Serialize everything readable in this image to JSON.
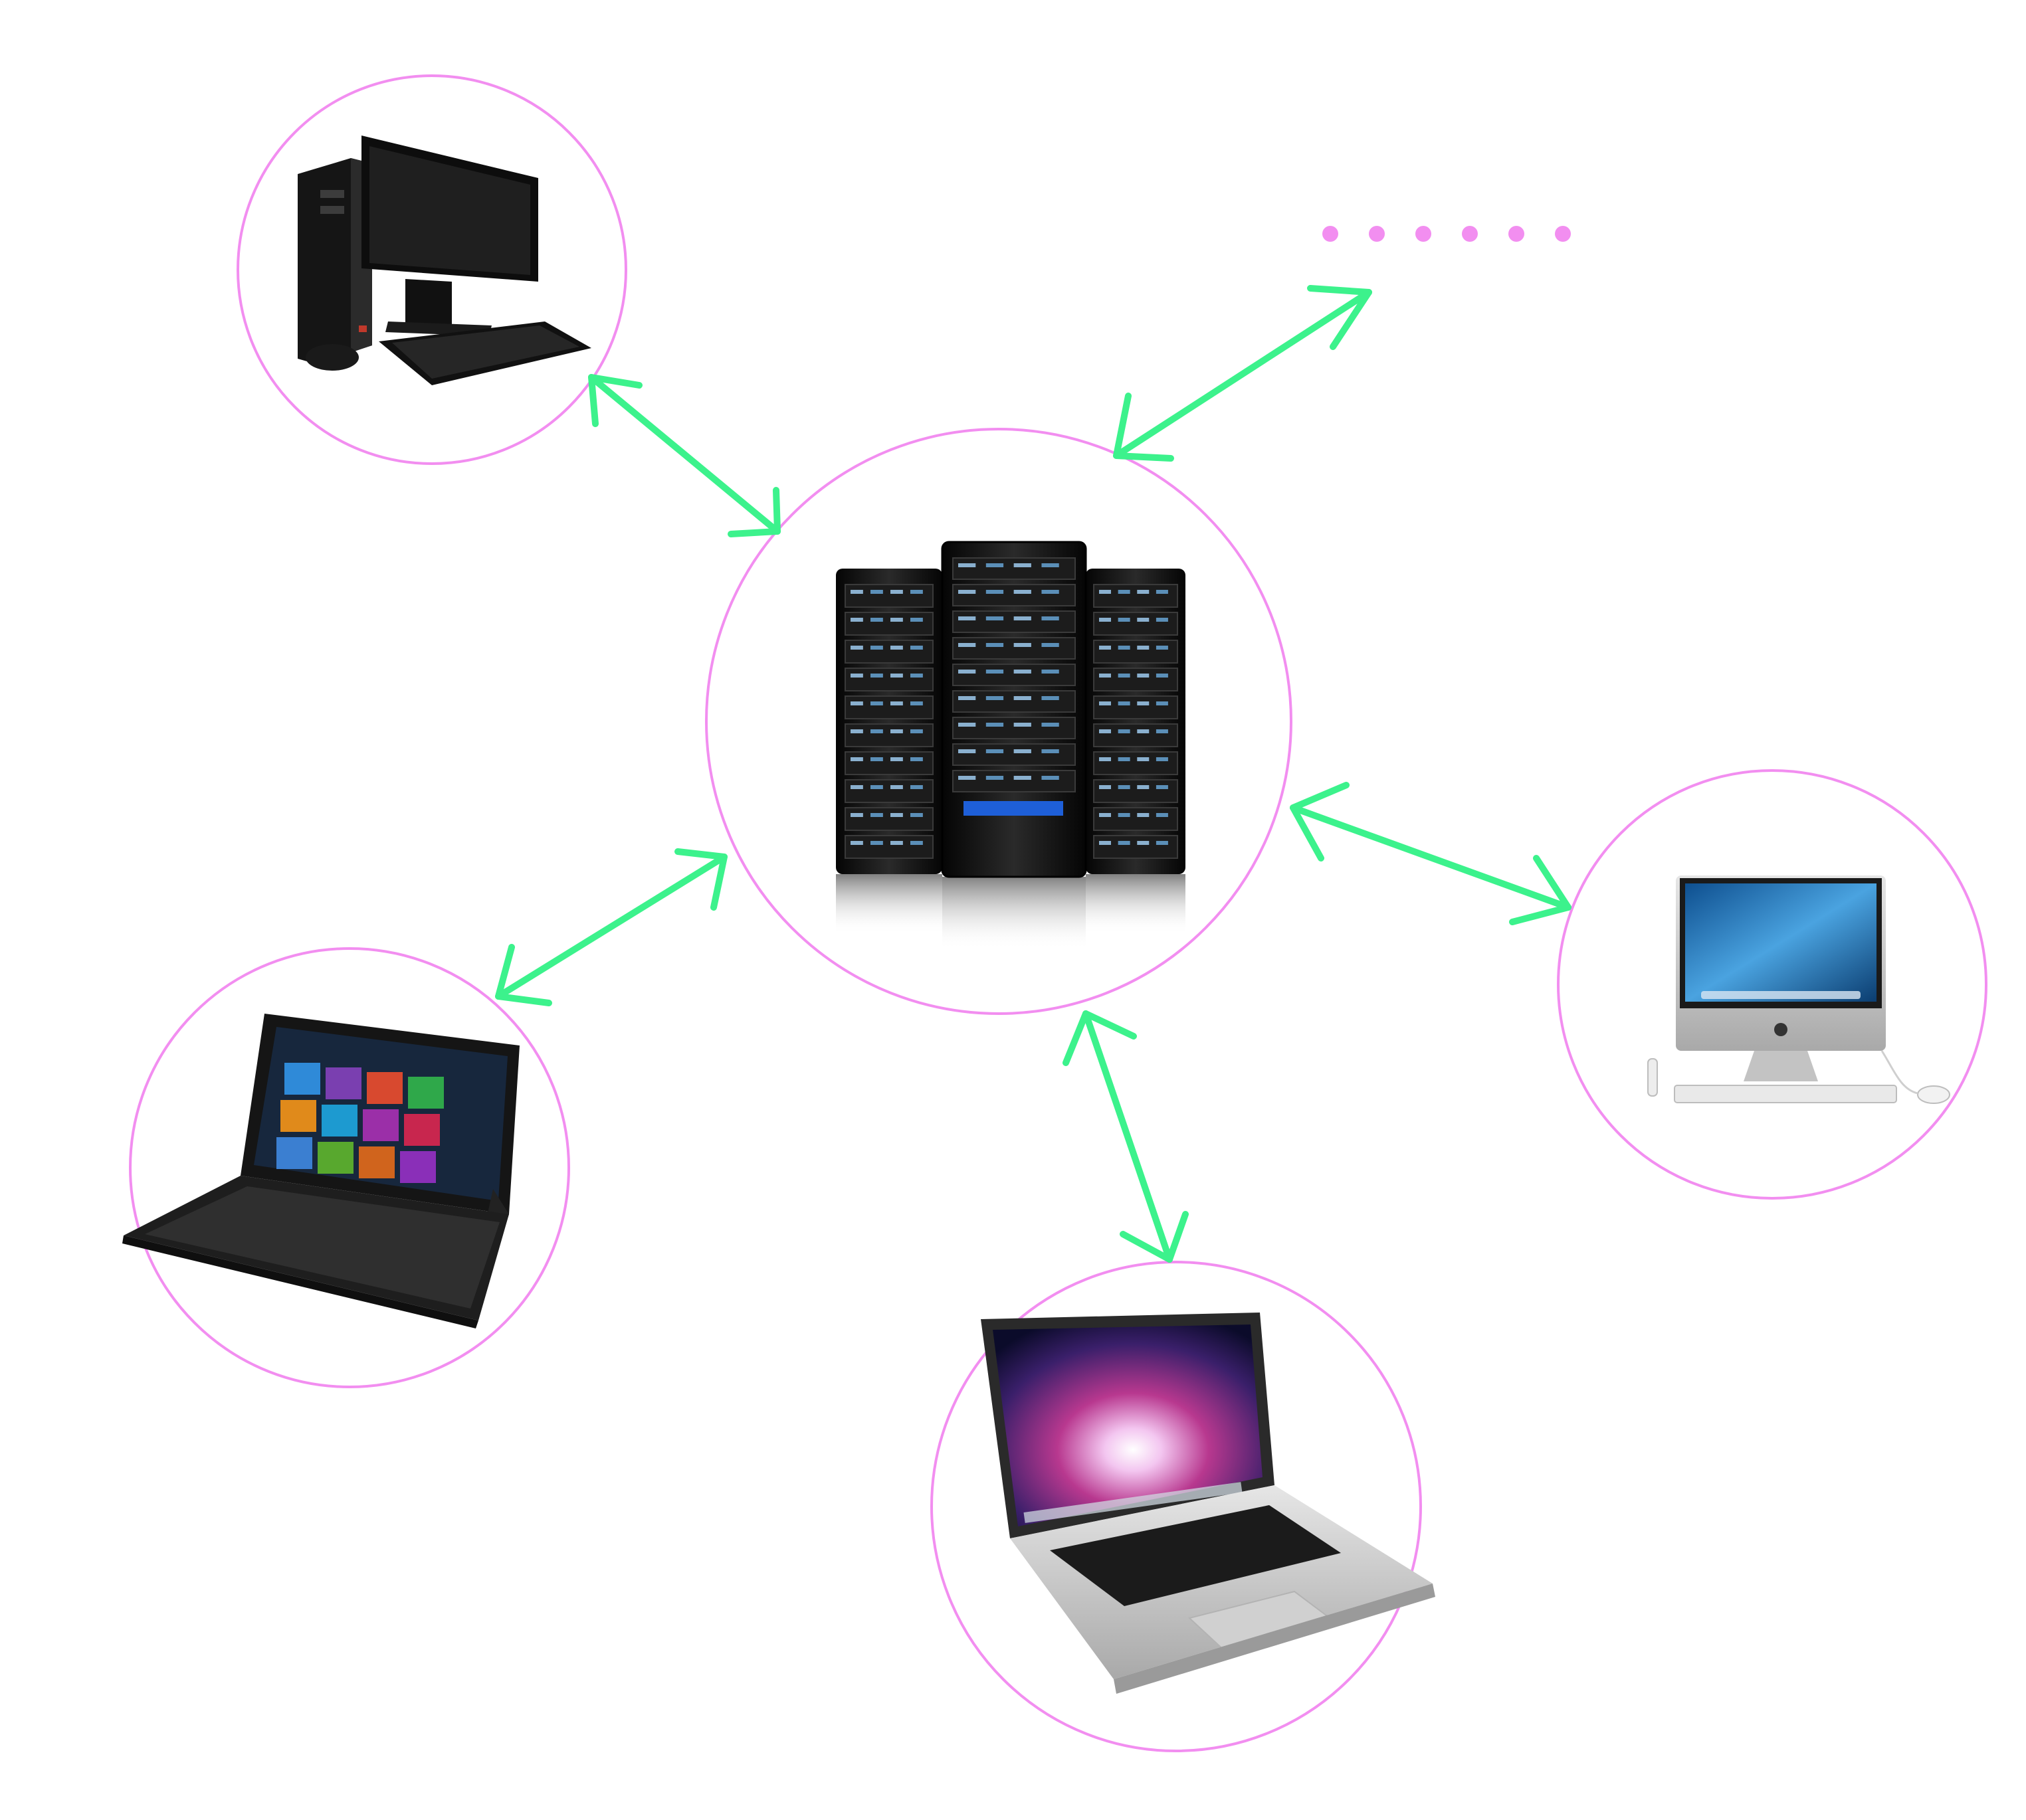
{
  "colors": {
    "ring": "#f28ef0",
    "link": "#3cf28c",
    "ellipsis": "#f28ef0",
    "device_dark": "#141414",
    "device_silver": "#c9c9c9"
  },
  "nodes": {
    "center": {
      "icon": "server-rack-icon"
    },
    "devices": [
      {
        "id": "desktop",
        "icon": "desktop-pc-icon"
      },
      {
        "id": "imac",
        "icon": "imac-icon"
      },
      {
        "id": "laptop",
        "icon": "macbook-laptop-icon"
      },
      {
        "id": "tablet",
        "icon": "surface-tablet-icon"
      },
      {
        "id": "more",
        "icon": "ellipsis-icon"
      }
    ]
  },
  "links": [
    {
      "from": "center",
      "to": "desktop",
      "direction": "bidirectional"
    },
    {
      "from": "center",
      "to": "more",
      "direction": "bidirectional"
    },
    {
      "from": "center",
      "to": "imac",
      "direction": "bidirectional"
    },
    {
      "from": "center",
      "to": "laptop",
      "direction": "bidirectional"
    },
    {
      "from": "center",
      "to": "tablet",
      "direction": "bidirectional"
    }
  ]
}
